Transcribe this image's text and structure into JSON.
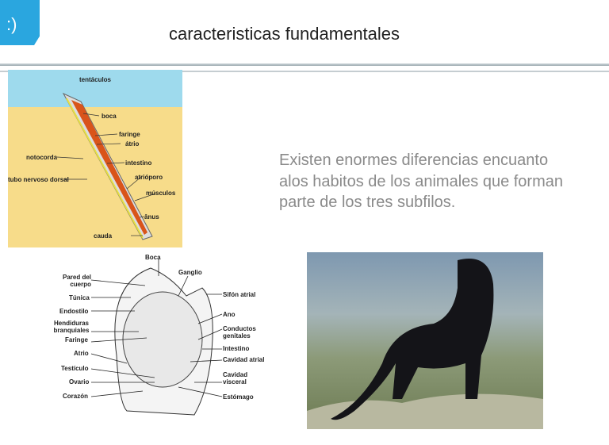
{
  "slide": {
    "badge": ":)",
    "title": "caracteristicas fundamentales",
    "body": "Existen enormes diferencias encuanto alos habitos de los animales que forman parte de los tres subfilos."
  },
  "amphioxus_labels": [
    "tentáculos",
    "boca",
    "faringe",
    "átrio",
    "notocorda",
    "intestino",
    "tubo nervoso dorsal",
    "atrióporo",
    "músculos",
    "ânus",
    "cauda"
  ],
  "tunicate_labels": {
    "boca": "Boca",
    "ganglio": "Ganglio",
    "pared": "Pared del cuerpo",
    "tunica": "Túnica",
    "sifon": "Sifón atrial",
    "endostilo": "Endostilo",
    "ano": "Ano",
    "hendiduras": "Hendiduras branquiales",
    "conductos": "Conductos genitales",
    "faringe": "Faringe",
    "intestino": "Intestino",
    "atrio": "Atrio",
    "cavidad_atrial": "Cavidad atrial",
    "testiculo": "Testículo",
    "cavidad_visceral": "Cavidad visceral",
    "ovario": "Ovario",
    "corazon": "Corazón",
    "estomago": "Estómago"
  },
  "colors": {
    "accent": "#2aa6df",
    "text": "#8a8a8a"
  }
}
